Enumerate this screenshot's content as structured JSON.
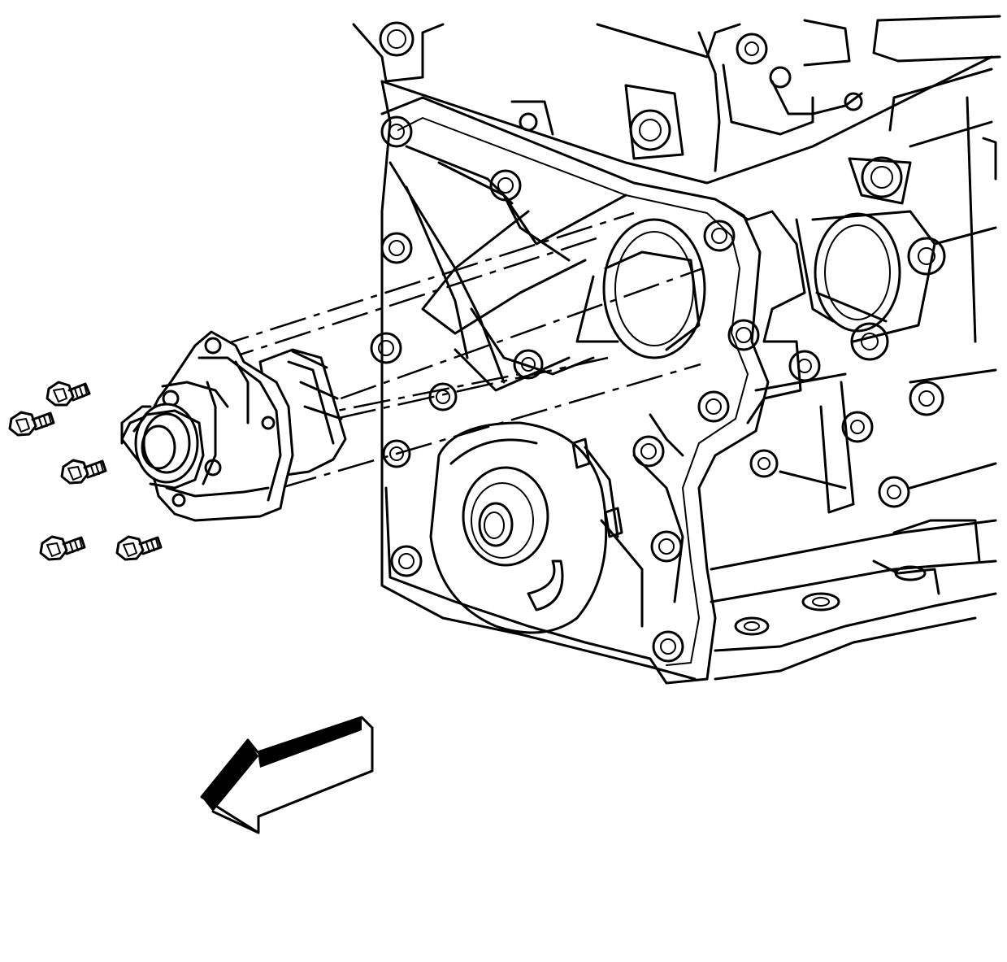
{
  "figure": {
    "parts": [
      {
        "name": "engine-block"
      },
      {
        "name": "timing-cover"
      },
      {
        "name": "water-pump"
      },
      {
        "name": "pump-bolt",
        "count": 5
      }
    ],
    "direction_indicator": "arrow-left-down",
    "colors": {
      "line": "#000000",
      "background": "#ffffff"
    }
  }
}
